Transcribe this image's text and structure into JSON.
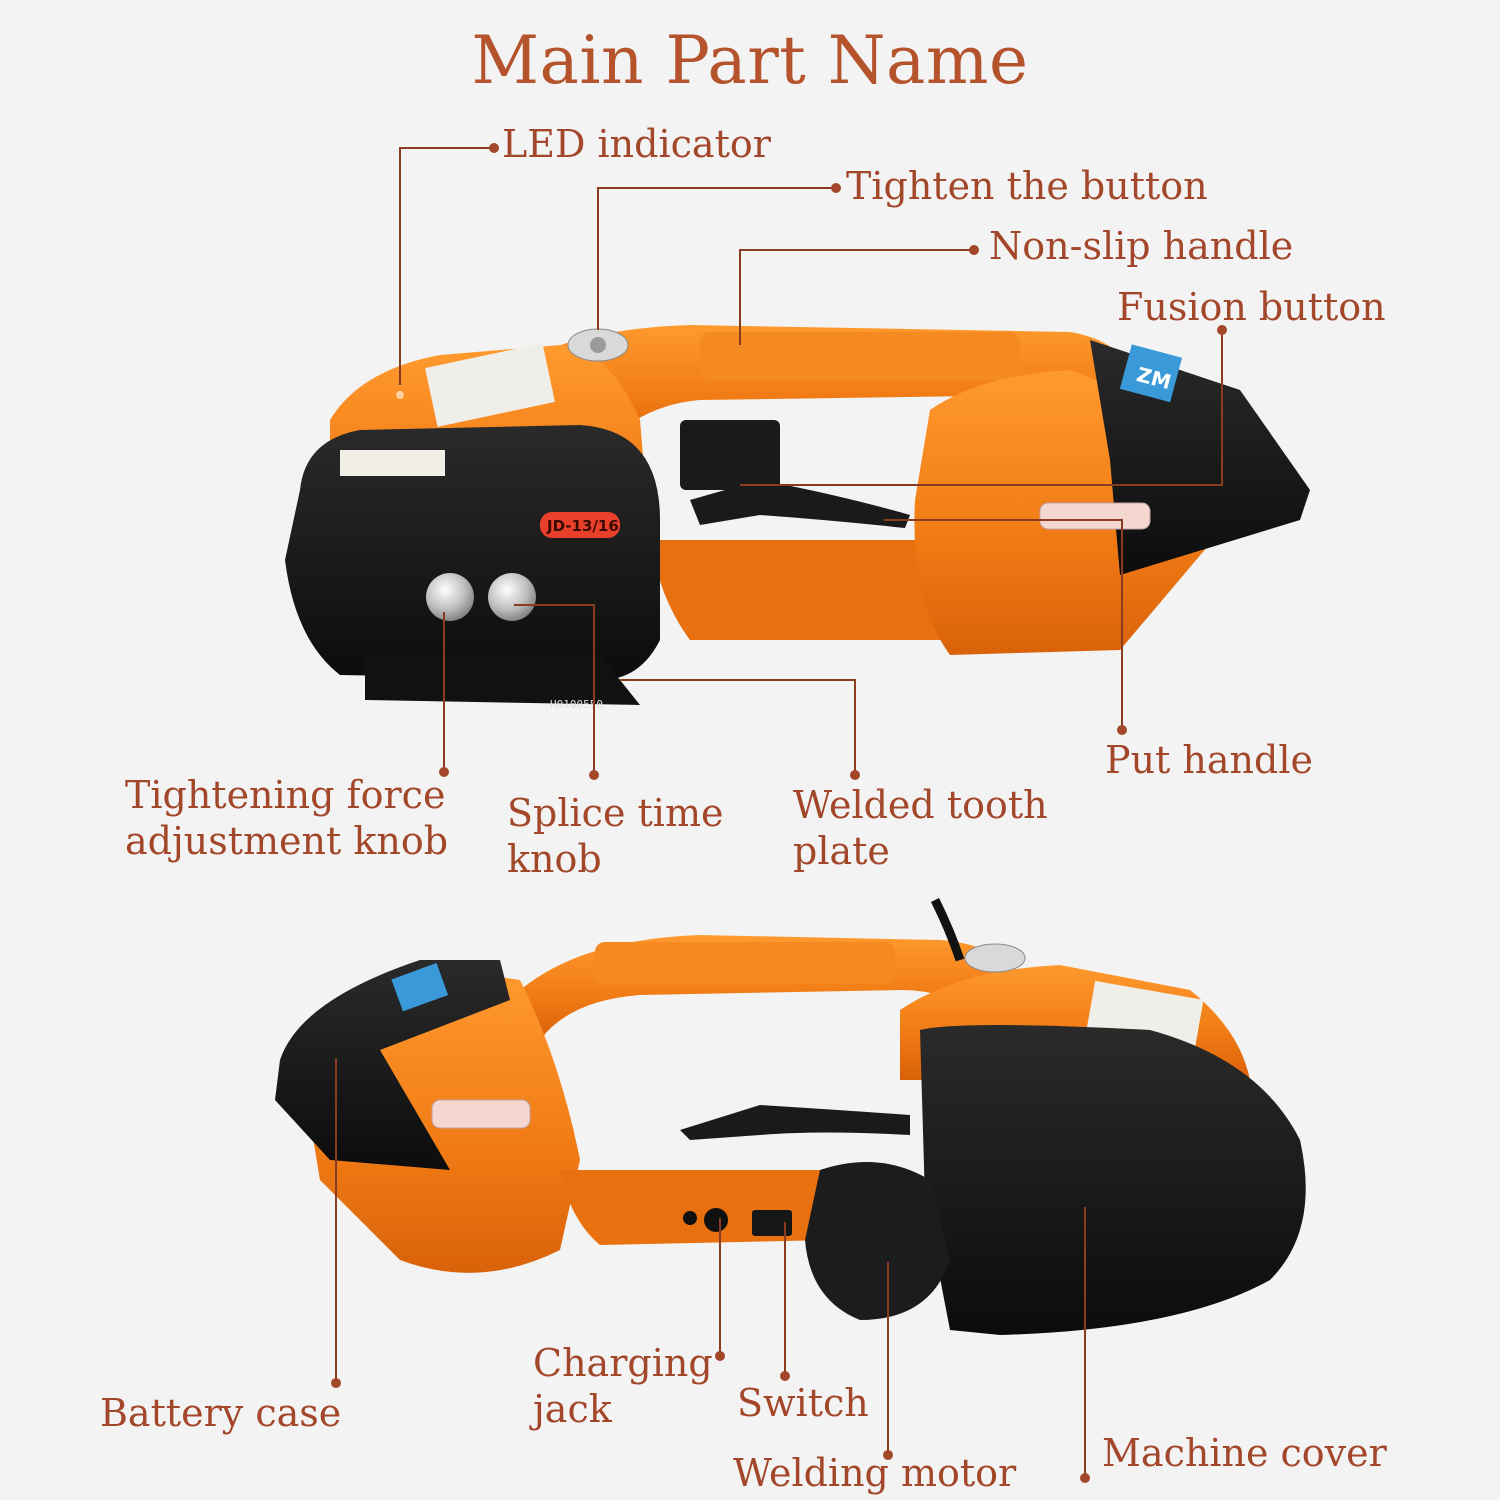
{
  "title": "Main Part Name",
  "labels": {
    "led_indicator": "LED indicator",
    "tighten_button": "Tighten the button",
    "non_slip_handle": "Non-slip handle",
    "fusion_button": "Fusion button",
    "put_handle": "Put handle",
    "tightening_force_knob": "Tightening force adjustment knob",
    "splice_time_knob": "Splice time knob",
    "welded_tooth_plate": "Welded tooth plate",
    "battery_case": "Battery case",
    "charging_jack": "Charging jack",
    "switch": "Switch",
    "welding_motor": "Welding motor",
    "machine_cover": "Machine cover"
  },
  "device_text": {
    "model_plate_top": "JD-13/16",
    "serial_top": "H0100550",
    "brand_badge": "ZM"
  },
  "colors": {
    "title": "#b4532c",
    "label": "#a3472a",
    "leader_line": "#8a3c20",
    "body_orange": "#f07a14",
    "body_black": "#151515"
  }
}
